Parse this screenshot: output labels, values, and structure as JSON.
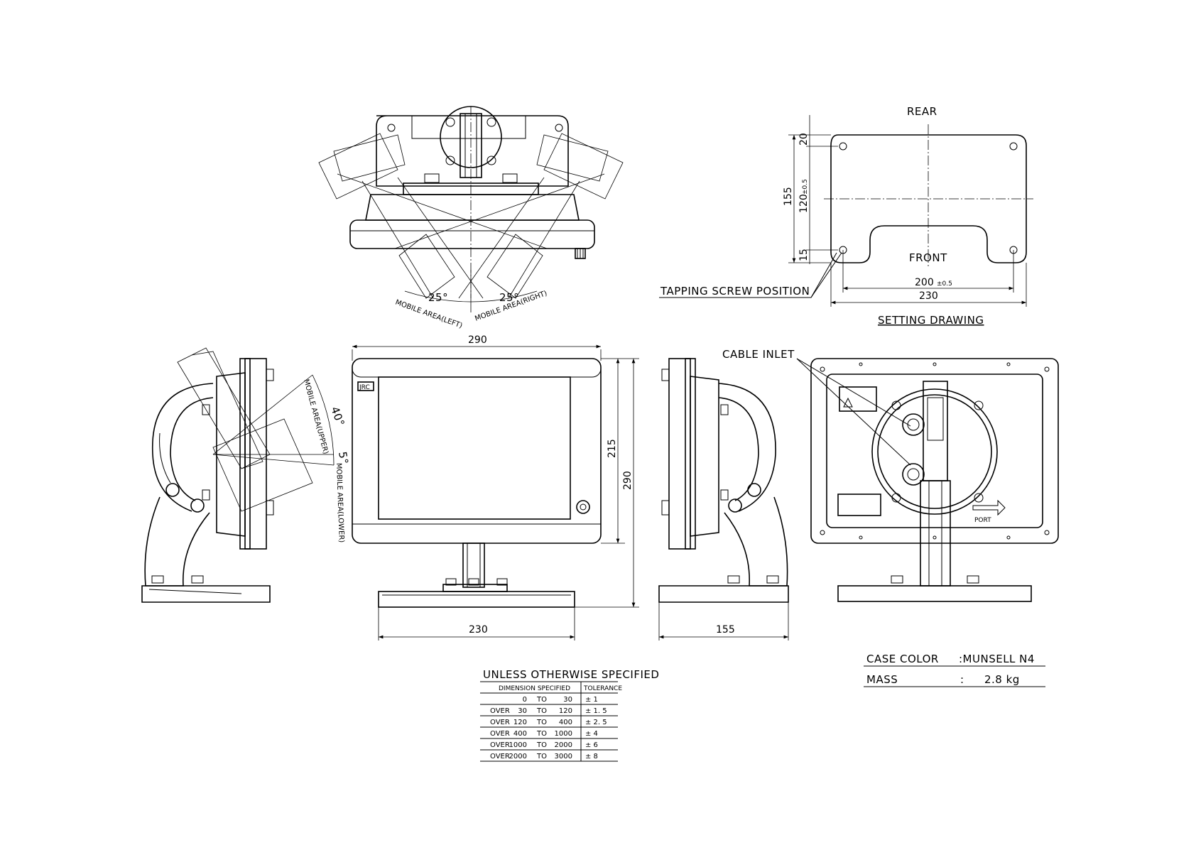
{
  "views": {
    "top": {
      "angle_left": "25°",
      "angle_right": "25°",
      "mobile_left": "MOBILE AREA(LEFT)",
      "mobile_right": "MOBILE AREA(RIGHT)"
    },
    "side_left": {
      "angle_upper": "40°",
      "angle_lower": "5°",
      "mobile_upper": "MOBILE AREA(UPPER)",
      "mobile_lower": "MOBILE AREA(LOWER)"
    },
    "front": {
      "width": "290",
      "panel_height": "215",
      "total_height": "290",
      "base_width": "230",
      "logo": "JRC"
    },
    "side_right": {
      "depth": "155"
    },
    "rear": {
      "cable_inlet": "CABLE INLET",
      "port_label": "PORT"
    }
  },
  "setting_drawing": {
    "title": "SETTING DRAWING",
    "rear": "REAR",
    "front": "FRONT",
    "tapping": "TAPPING SCREW POSITION",
    "dim_155": "155",
    "dim_20": "20",
    "dim_120": "120",
    "dim_120_tol": "±0.5",
    "dim_15": "15",
    "dim_200": "200",
    "dim_200_tol": "±0.5",
    "dim_230": "230"
  },
  "notes": {
    "case_color_label": "CASE COLOR",
    "case_color_value": ":MUNSELL N4",
    "mass_label": "MASS",
    "mass_sep": ":",
    "mass_value": "2.8 kg"
  },
  "tolerance_table": {
    "title": "UNLESS OTHERWISE SPECIFIED",
    "header_dimension": "DIMENSION SPECIFIED",
    "header_tolerance": "TOLERANCE",
    "rows": [
      {
        "prefix": "",
        "from": "0",
        "to_word": "TO",
        "to": "30",
        "tol": "± 1"
      },
      {
        "prefix": "OVER",
        "from": "30",
        "to_word": "TO",
        "to": "120",
        "tol": "± 1. 5"
      },
      {
        "prefix": "OVER",
        "from": "120",
        "to_word": "TO",
        "to": "400",
        "tol": "± 2. 5"
      },
      {
        "prefix": "OVER",
        "from": "400",
        "to_word": "TO",
        "to": "1000",
        "tol": "± 4"
      },
      {
        "prefix": "OVER",
        "from": "1000",
        "to_word": "TO",
        "to": "2000",
        "tol": "± 6"
      },
      {
        "prefix": "OVER",
        "from": "2000",
        "to_word": "TO",
        "to": "3000",
        "tol": "± 8"
      }
    ]
  }
}
